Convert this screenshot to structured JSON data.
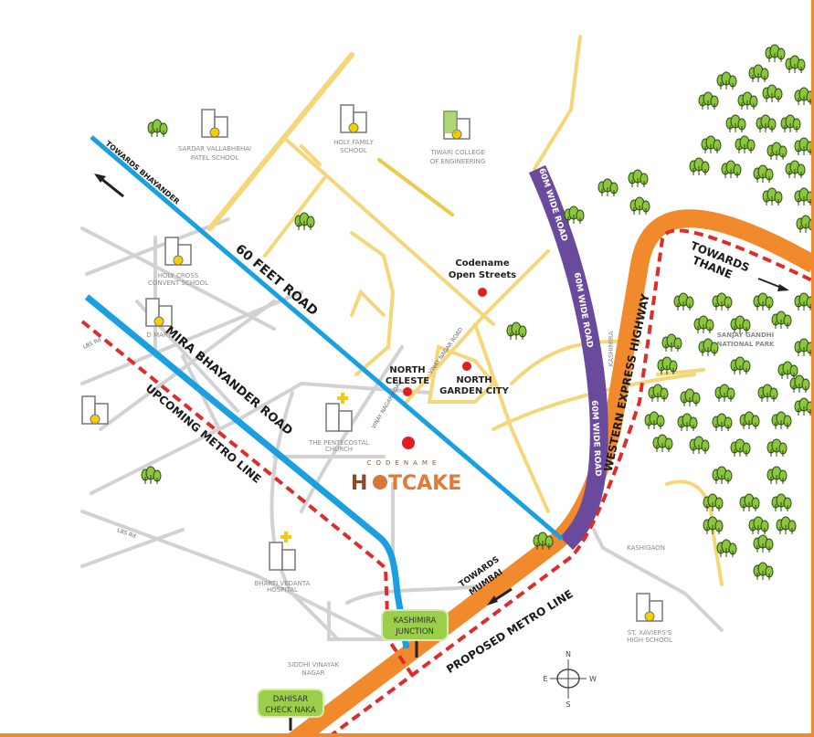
{
  "colors": {
    "blue_road": "#1a9fe0",
    "orange_highway": "#f08a2c",
    "metro_dashed": "#e02b2b",
    "purple_road": "#6a4a9c",
    "yellow_road": "#f5d77a",
    "grey_road": "#cfcfcf",
    "tree_green": "#8cc63f",
    "junction_green": "#9bcf4a",
    "project_marker": "#e02020",
    "border": "#f08a2c"
  },
  "roads": {
    "sixty_feet": "60 FEET  ROAD",
    "mira_bhayander": "MIRA BHAYANDER ROAD",
    "upcoming_metro": "UPCOMING METRO LINE",
    "western_express": "WESTERN EXPRESS HIGHWAY",
    "proposed_metro": "PROPOSED METRO LINE",
    "sixty_m_1": "60M WIDE ROAD",
    "sixty_m_2": "60M WIDE ROAD",
    "sixty_m_3": "60M WIDE ROAD",
    "lbs_1": "LBS Rd",
    "lbs_2": "LBS Rd",
    "vinay_1": "VINAY NAGAR ROAD",
    "vinay_2": "VINAY NAGAR ROAD"
  },
  "directions": {
    "bhayander": "TOWARDS BHAYANDER",
    "thane_1": "TOWARDS",
    "thane_2": "THANE",
    "mumbai_1": "TOWARDS",
    "mumbai_2": "MUMBAI"
  },
  "landmarks": {
    "sardar_1": "SARDAR VALLABHBHAI",
    "sardar_2": "PATEL SCHOOL",
    "holy_family_1": "HOLY FAMILY",
    "holy_family_2": "SCHOOL",
    "tiwari_1": "TIWARI COLLEGE",
    "tiwari_2": "OF ENGINEERING",
    "holy_cross_1": "HOLY CROSS",
    "holy_cross_2": "CONVENT SCHOOL",
    "dmart": "D MART",
    "pentecostal_1": "THE PENTECOSTAL",
    "pentecostal_2": "CHURCH",
    "bharti_1": "BHARTI VEDANTA",
    "bharti_2": "HOSPITAL",
    "xaviers_1": "ST. XAVIERS'S",
    "xaviers_2": "HIGH SCHOOL",
    "siddhi_1": "SIDDHI VINAYAK",
    "siddhi_2": "NAGAR",
    "kashimira": "KASHIMIRA",
    "kashigaon": "KASHIGAON",
    "sgnp_1": "SANJAY GANDHI",
    "sgnp_2": "NATIONAL PARK"
  },
  "projects": {
    "open_streets_1": "Codename",
    "open_streets_2": "Open Streets",
    "north_celeste_1": "NORTH",
    "north_celeste_2": "CELESTE",
    "north_garden_1": "NORTH",
    "north_garden_2": "GARDEN CITY",
    "hotcake_prefix": "CODENAME",
    "hotcake_name_1": "H",
    "hotcake_name_2": "TCAKE"
  },
  "junctions": {
    "kashimira_1": "KASHIMIRA",
    "kashimira_2": "JUNCTION",
    "dahisar_1": "DAHISAR",
    "dahisar_2": "CHECK NAKA"
  },
  "compass": {
    "n": "N",
    "s": "S",
    "e": "E",
    "w": "W"
  }
}
